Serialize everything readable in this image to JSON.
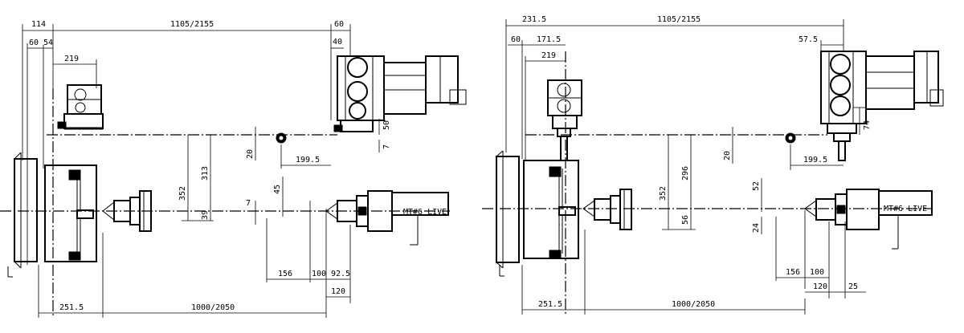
{
  "left": {
    "dims": {
      "d114": "114",
      "d1105": "1105/2155",
      "d60top": "60",
      "d60": "60",
      "d54": "54",
      "d40": "40",
      "d219": "219",
      "d50": "50",
      "d7a": "7",
      "d20": "20",
      "d199": "199.5",
      "d352": "352",
      "d313": "313",
      "d39": "39",
      "d45": "45",
      "d7b": "7",
      "d156": "156",
      "d100": "100",
      "d92": "92.5",
      "d120": "120",
      "d251": "251.5",
      "d1000": "1000/2050"
    },
    "label": "MT#6 LIVE"
  },
  "right": {
    "dims": {
      "d231": "231.5",
      "d1105": "1105/2155",
      "d60": "60",
      "d171": "171.5",
      "d57": "57.5",
      "d219": "219",
      "d74": "74",
      "d20": "20",
      "d199": "199.5",
      "d352": "352",
      "d296": "296",
      "d52": "52",
      "d56": "56",
      "d24": "24",
      "d156": "156",
      "d100": "100",
      "d120": "120",
      "d25": "25",
      "d251": "251.5",
      "d1000": "1000/2050"
    },
    "label": "MT#6 LIVE"
  }
}
